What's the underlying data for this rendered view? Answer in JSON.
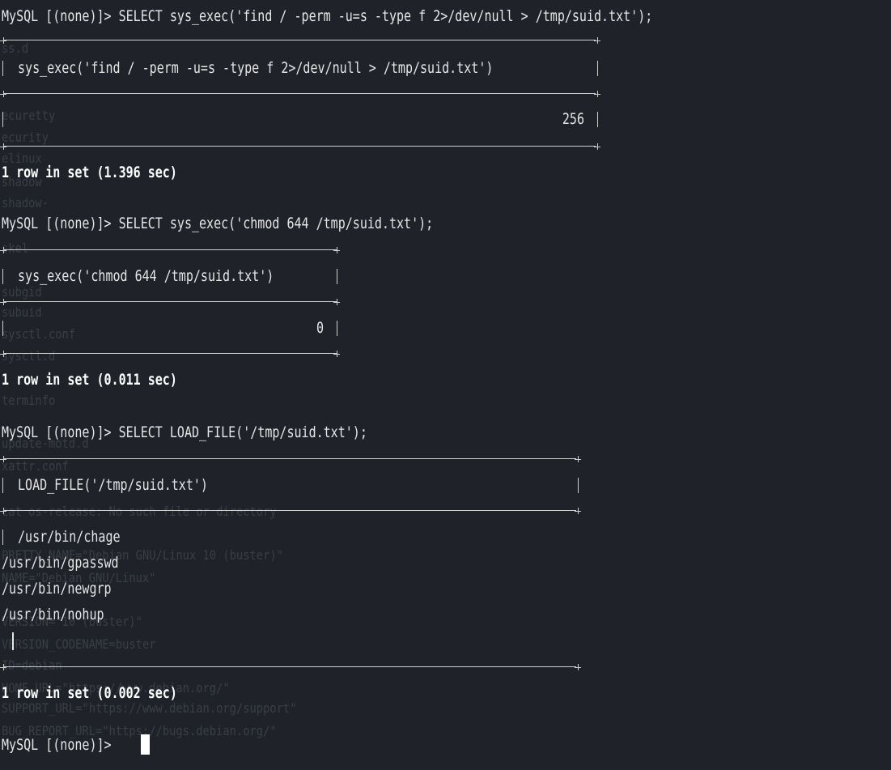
{
  "terminal": {
    "prompt": "MySQL [(none)]>",
    "blocks": [
      {
        "command": "SELECT sys_exec('find / -perm -u=s -type f 2>/dev/null > /tmp/suid.txt');",
        "header": "sys_exec('find / -perm -u=s -type f 2>/dev/null > /tmp/suid.txt')",
        "value": "256",
        "footer": "1 row in set (1.396 sec)"
      },
      {
        "command": "SELECT sys_exec('chmod 644 /tmp/suid.txt');",
        "header": "sys_exec('chmod 644 /tmp/suid.txt')",
        "value": "0",
        "footer": "1 row in set (0.011 sec)"
      },
      {
        "command": "SELECT LOAD_FILE('/tmp/suid.txt');",
        "header": "LOAD_FILE('/tmp/suid.txt')",
        "values": [
          "/usr/bin/chage",
          "/usr/bin/gpasswd",
          "/usr/bin/newgrp",
          "/usr/bin/nohup"
        ],
        "footer": "1 row in set (0.002 sec)"
      }
    ]
  },
  "background_text": [
    "ss.d",
    "ecuretty",
    "ecurity",
    "elinux",
    "shadow",
    "shadow-",
    "skel",
    "subgid",
    "subuid",
    "sysctl.conf",
    "sysctl.d",
    "terminfo",
    "update-motd.d",
    "xattr.conf",
    "cat os-release: No such file or directory",
    "PRETTY_NAME=\"Debian GNU/Linux 10 (buster)\"",
    "NAME=\"Debian GNU/Linux\"",
    "VERSION=\"10 (buster)\"",
    "VERSION_CODENAME=buster",
    "ID=debian",
    "HOME_URL=\"https://www.debian.org/\"",
    "SUPPORT_URL=\"https://www.debian.org/support\"",
    "BUG_REPORT_URL=\"https://bugs.debian.org/\""
  ],
  "colors": {
    "background": "#1f2229",
    "foreground": "#e6e6e6",
    "ghost": "#3a3e47"
  }
}
